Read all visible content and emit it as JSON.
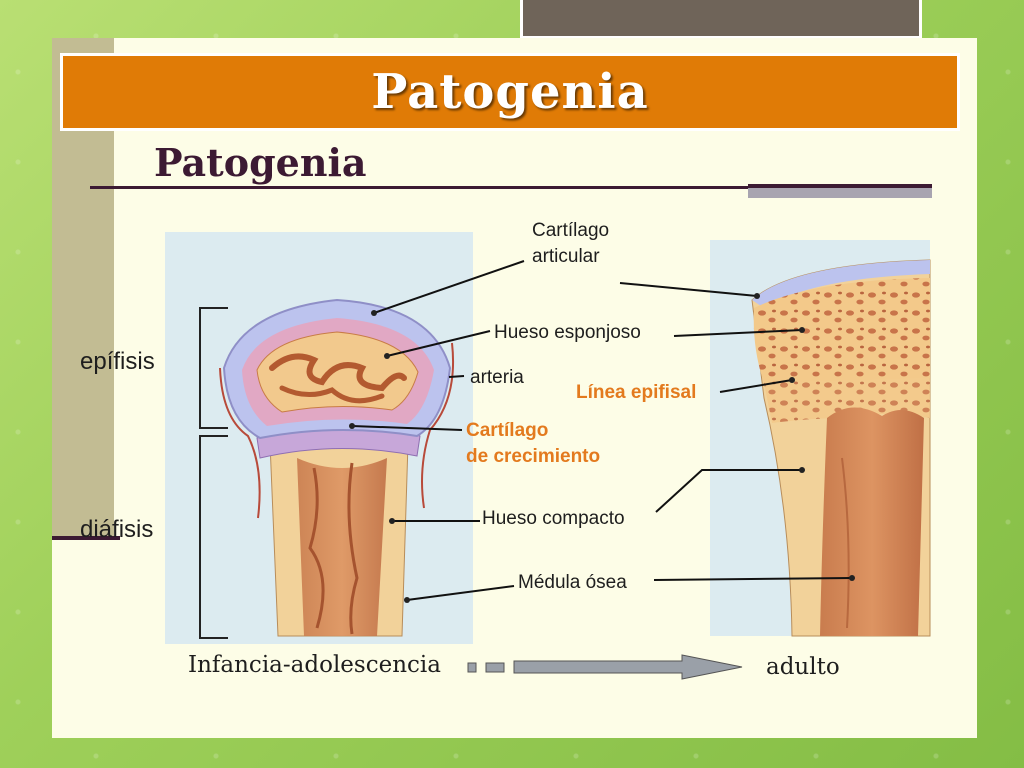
{
  "slide": {
    "title": "Patogenia",
    "subtitle": "Patogenia"
  },
  "labels": {
    "epifisis": "epífisis",
    "diafisis": "diáfisis",
    "cartilago_articular_1": "Cartílago",
    "cartilago_articular_2": "articular",
    "hueso_esponjoso": "Hueso esponjoso",
    "arteria": "arteria",
    "linea_epifisal": "Línea epifisal",
    "cartilago_crecimiento_1": "Cartílago",
    "cartilago_crecimiento_2": "de crecimiento",
    "hueso_compacto": "Hueso compacto",
    "medula_osea": "Médula ósea",
    "stage_child": "Infancia-adolescencia",
    "stage_adult": "adulto"
  },
  "colors": {
    "banner": "#e07b06",
    "orange_text": "#e37a1e",
    "title_dark": "#3c1a33",
    "slide_bg": "#fdfde7"
  }
}
